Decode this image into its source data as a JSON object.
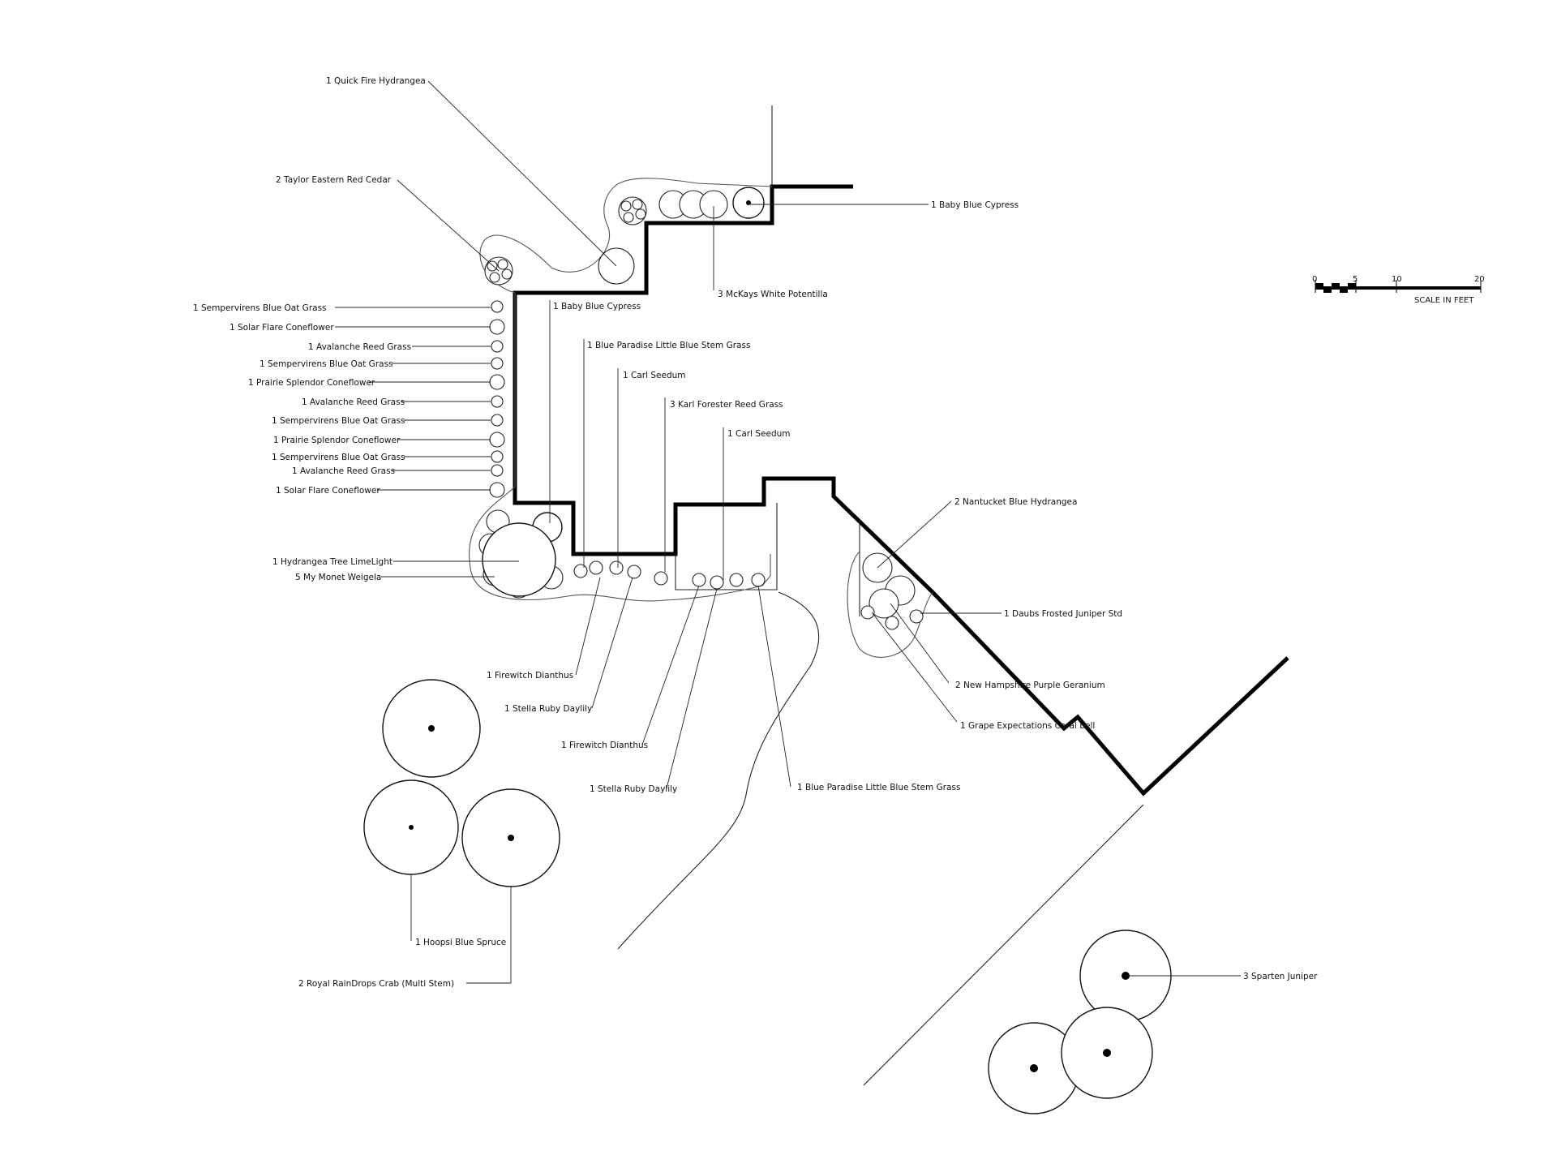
{
  "labels": {
    "quick_fire_hydrangea": "1 Quick Fire Hydrangea",
    "taylor_red_cedar": "2 Taylor Eastern Red Cedar",
    "baby_blue_cypress_top": "1 Baby Blue Cypress",
    "mckays_potentilla": "3 McKays White Potentilla",
    "sempervirens_1": "1 Sempervirens Blue Oat Grass",
    "solar_flare_1": "1 Solar Flare Coneflower",
    "avalanche_1": "1 Avalanche Reed Grass",
    "sempervirens_2": "1 Sempervirens Blue Oat Grass",
    "prairie_splendor_1": "1 Prairie Splendor Coneflower",
    "avalanche_2": "1 Avalanche Reed Grass",
    "sempervirens_3": "1 Sempervirens Blue Oat Grass",
    "prairie_splendor_2": "1 Prairie Splendor Coneflower",
    "sempervirens_4": "1 Sempervirens Blue Oat Grass",
    "avalanche_3": "1 Avalanche Reed Grass",
    "solar_flare_2": "1 Solar Flare Coneflower",
    "baby_blue_cypress_mid": "1 Baby Blue Cypress",
    "blue_paradise_1": "1 Blue Paradise Little Blue Stem Grass",
    "carl_seedum_1": "1 Carl Seedum",
    "karl_forester": "3 Karl Forester Reed Grass",
    "carl_seedum_2": "1 Carl Seedum",
    "hydrangea_limelight": "1 Hydrangea Tree LimeLight",
    "my_monet_weigela": "5 My Monet Weigela",
    "nantucket_hydrangea": "2 Nantucket Blue Hydrangea",
    "daubs_juniper": "1 Daubs Frosted Juniper Std",
    "new_hampshire_geranium": "2 New Hampshire Purple Geranium",
    "grape_coral_bell": "1 Grape Expectations Coral bell",
    "firewitch_1": "1 Firewitch Dianthus",
    "stella_1": "1 Stella Ruby Daylily",
    "firewitch_2": "1 Firewitch Dianthus",
    "stella_2": "1 Stella Ruby Daylily",
    "blue_paradise_2": "1 Blue Paradise Little Blue Stem Grass",
    "hoopsi_spruce": "1 Hoopsi Blue Spruce",
    "royal_raindrops": "2 Royal RainDrops Crab (Multi Stem)",
    "spartan_juniper": "3 Sparten Juniper"
  },
  "scale": {
    "tick_0": "0",
    "tick_5": "5",
    "tick_10": "10",
    "tick_20": "20",
    "caption": "SCALE IN FEET"
  }
}
